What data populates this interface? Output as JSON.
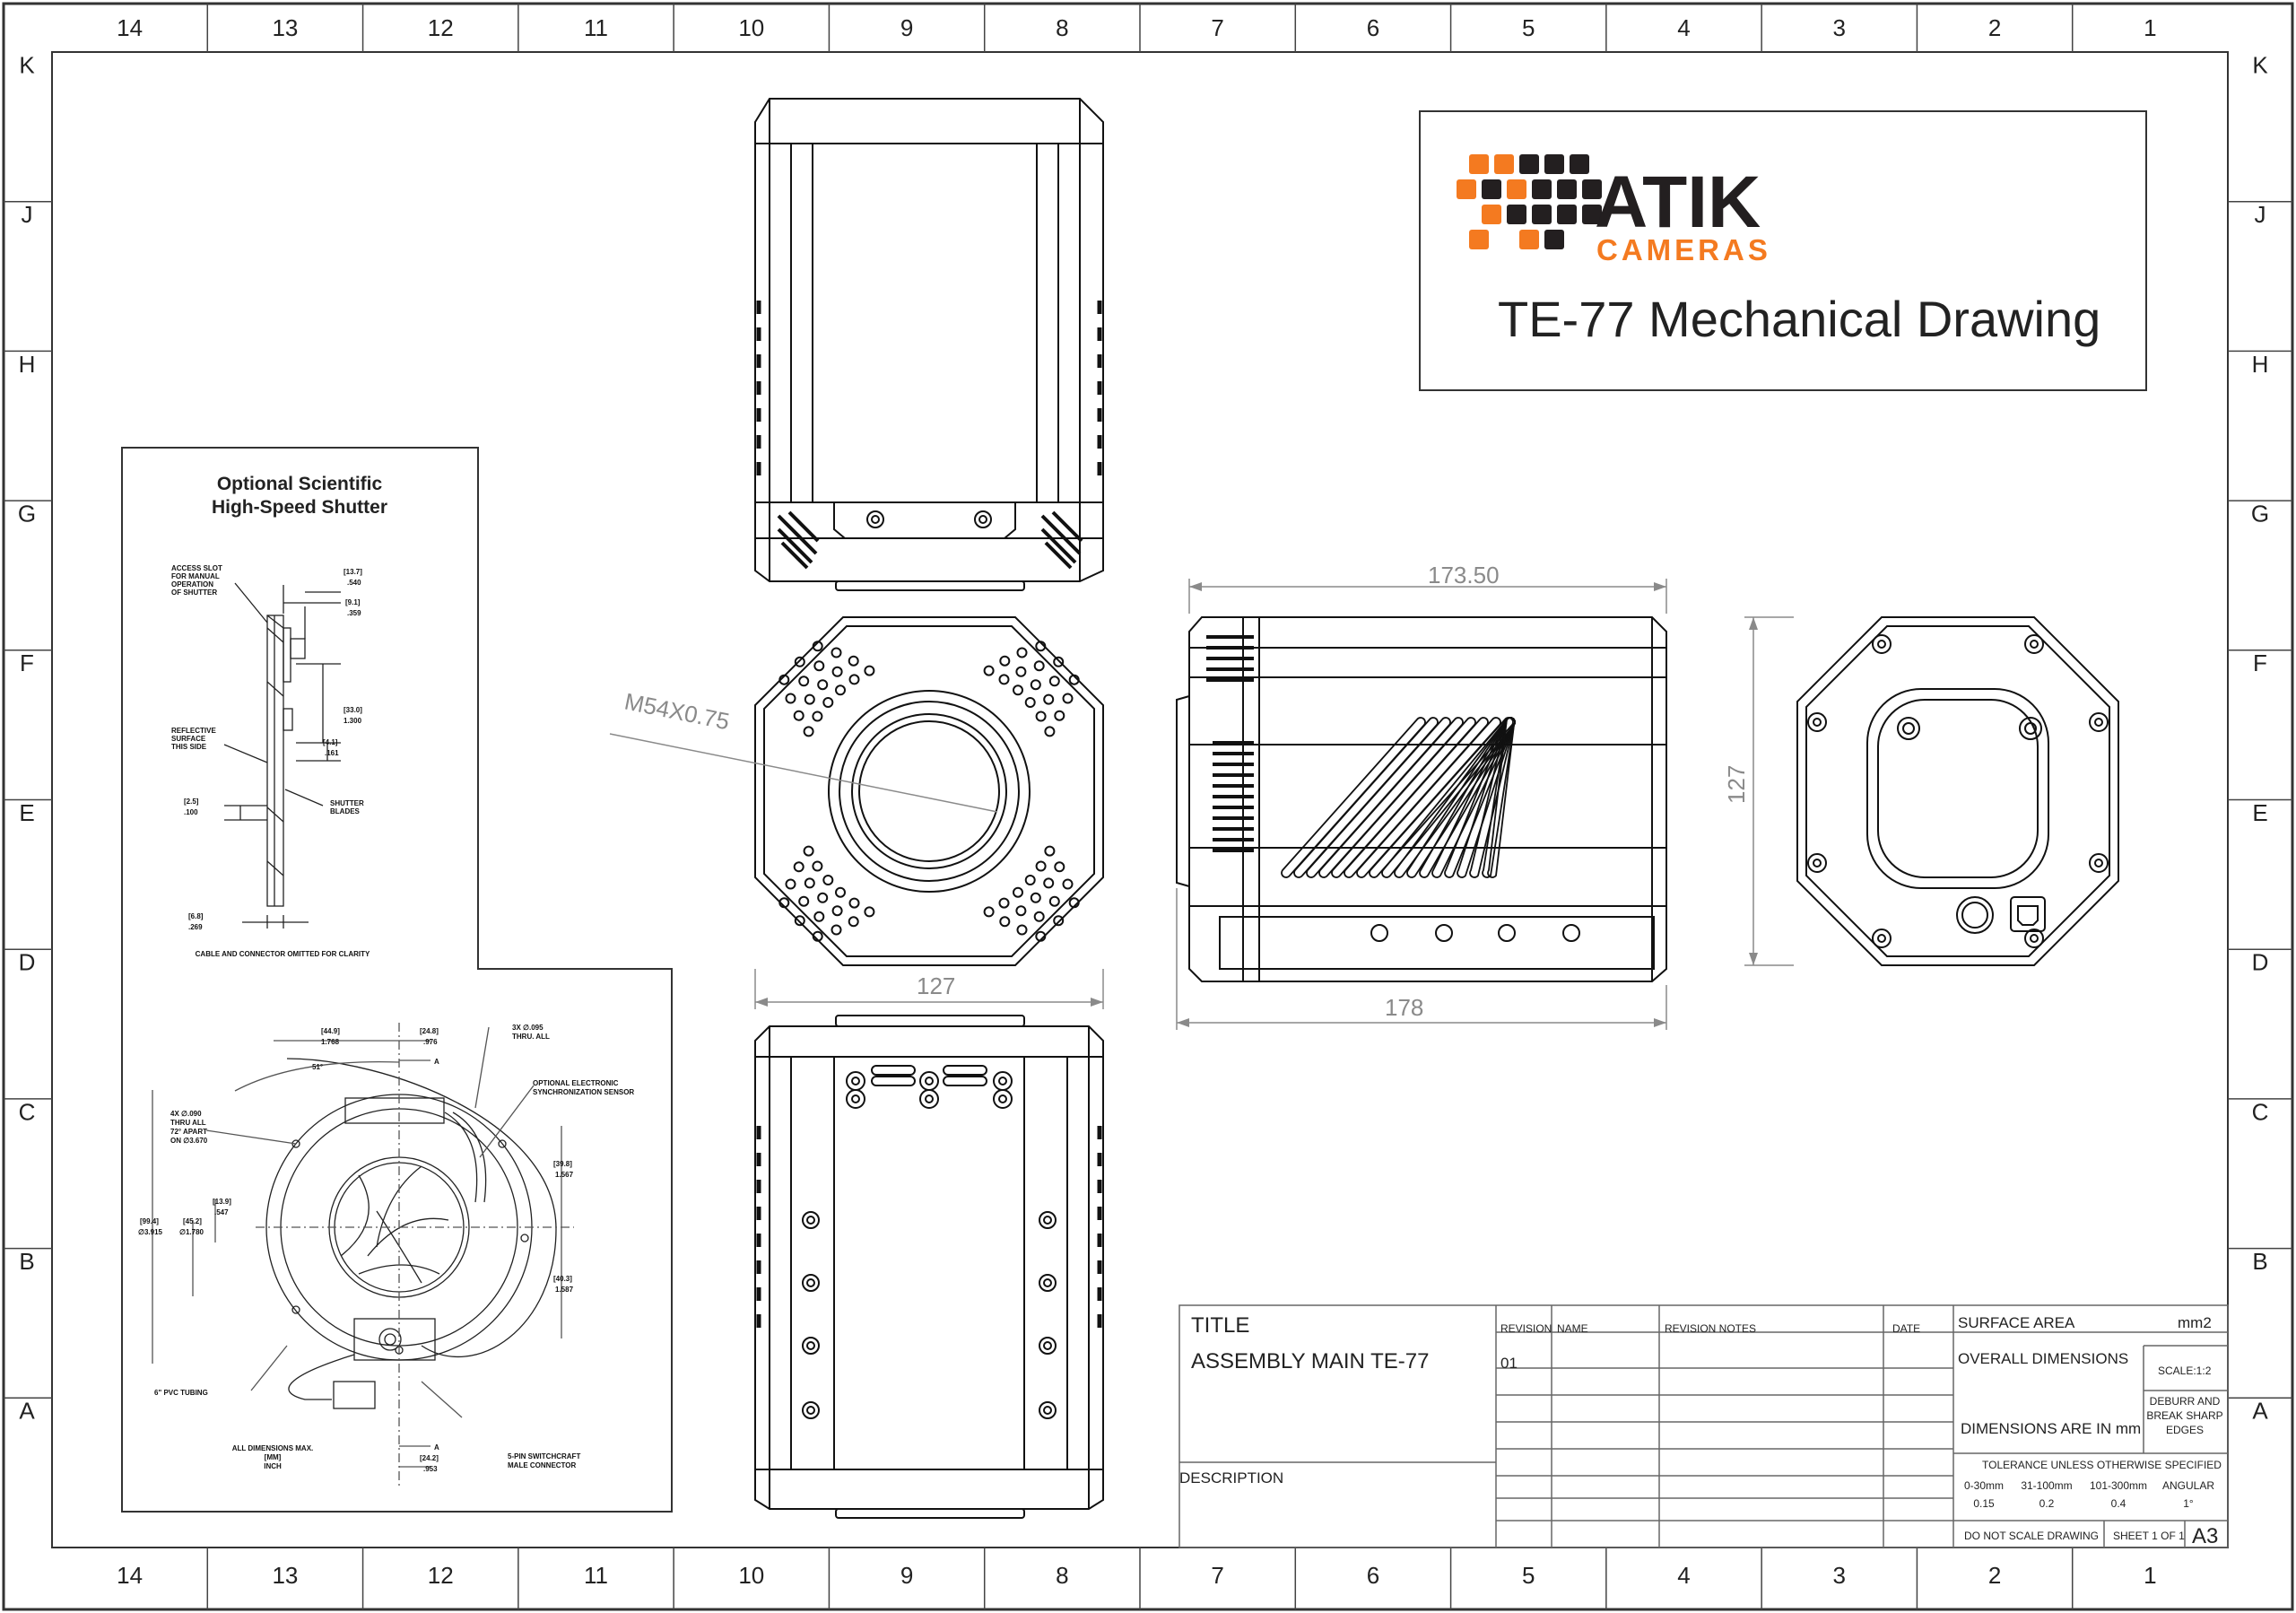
{
  "drawing": {
    "title_main": "TE-77 Mechanical Drawing",
    "brand": {
      "name": "ATIK",
      "sub": "CAMERAS",
      "orange": "#f47a20",
      "dark": "#231f20"
    }
  },
  "grid": {
    "columns": [
      "14",
      "13",
      "12",
      "11",
      "10",
      "9",
      "8",
      "7",
      "6",
      "5",
      "4",
      "3",
      "2",
      "1"
    ],
    "rows": [
      "K",
      "J",
      "H",
      "G",
      "F",
      "E",
      "D",
      "C",
      "B",
      "A"
    ]
  },
  "dimensions": {
    "thread": "M54X0.75",
    "front_width": "127",
    "side_length": "173.50",
    "side_total": "178",
    "rear_height": "127"
  },
  "shutter_panel": {
    "title_line1": "Optional Scientific",
    "title_line2": "High-Speed Shutter",
    "callouts": {
      "access_slot": [
        "ACCESS SLOT",
        "FOR MANUAL",
        "OPERATION",
        "OF SHUTTER"
      ],
      "reflective": [
        "REFLECTIVE",
        "SURFACE",
        "THIS SIDE"
      ],
      "blades": [
        "SHUTTER",
        "BLADES"
      ],
      "omitted": "CABLE AND CONNECTOR OMITTED FOR CLARITY",
      "holes": [
        "4X ∅.090",
        "THRU ALL",
        "72° APART",
        "ON ∅3.670"
      ],
      "thru": [
        "3X ∅.095",
        "THRU. ALL"
      ],
      "sensor": [
        "OPTIONAL ELECTRONIC",
        "SYNCHRONIZATION SENSOR"
      ],
      "tubing": "6\" PVC TUBING",
      "max": [
        "ALL DIMENSIONS MAX.",
        "[MM]",
        "INCH"
      ],
      "connector": [
        "5-PIN SWITCHCRAFT",
        "MALE CONNECTOR"
      ],
      "angle": "51°",
      "section": "A"
    },
    "dims": {
      "d137": [
        "[13.7]",
        ".540"
      ],
      "d91": [
        "[9.1]",
        ".359"
      ],
      "d330": [
        "[33.0]",
        "1.300"
      ],
      "d41": [
        "[4.1]",
        ".161"
      ],
      "d25": [
        "[2.5]",
        ".100"
      ],
      "d68": [
        "[6.8]",
        ".269"
      ],
      "d449": [
        "[44.9]",
        "1.768"
      ],
      "d248": [
        "[24.8]",
        ".976"
      ],
      "d398": [
        "[39.8]",
        "1.567"
      ],
      "d139": [
        "[13.9]",
        ".547"
      ],
      "d994": [
        "[99.4]",
        "∅3.915"
      ],
      "d452": [
        "[45.2]",
        "∅1.780"
      ],
      "d403": [
        "[40.3]",
        "1.587"
      ],
      "d242": [
        "[24.2]",
        ".953"
      ]
    }
  },
  "title_block": {
    "title_label": "TITLE",
    "title_value": "ASSEMBLY MAIN TE-77",
    "description_label": "DESCRIPTION",
    "revision_label": "REVISION",
    "revision_value": "01",
    "name_label": "NAME",
    "notes_label": "REVISION NOTES",
    "date_label": "DATE",
    "surface_area": "SURFACE AREA",
    "surface_unit": "mm2",
    "overall": "OVERALL DIMENSIONS",
    "scale": "SCALE:1:2",
    "deburr": [
      "DEBURR AND",
      "BREAK SHARP",
      "EDGES"
    ],
    "dims_in_mm": "DIMENSIONS ARE IN mm",
    "tolerance": "TOLERANCE UNLESS OTHERWISE SPECIFIED",
    "tol_ranges": [
      "0-30mm",
      "31-100mm",
      "101-300mm",
      "ANGULAR"
    ],
    "tol_values": [
      "0.15",
      "0.2",
      "0.4",
      "1°"
    ],
    "no_scale": "DO NOT SCALE DRAWING",
    "sheet": "SHEET 1 OF 1",
    "size": "A3"
  }
}
